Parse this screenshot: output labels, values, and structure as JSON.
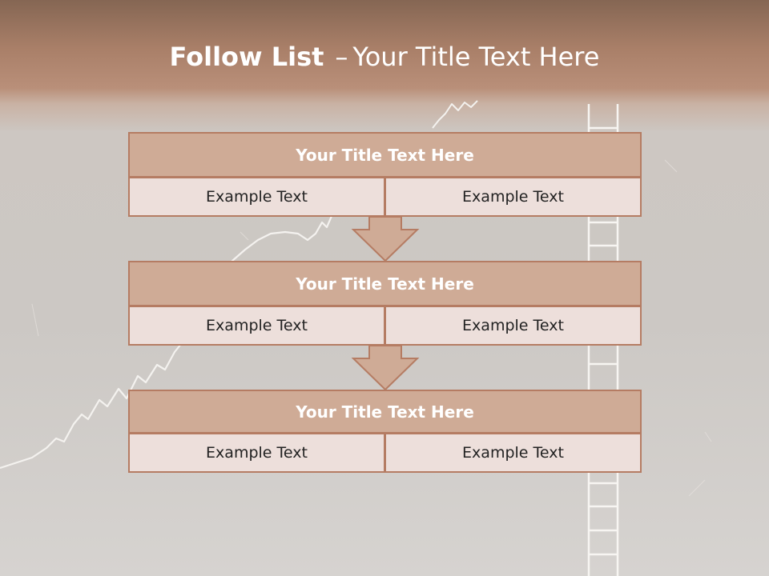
{
  "title": {
    "bold": "Follow List",
    "dash": "–",
    "rest": "Your Title Text Here"
  },
  "blocks": [
    {
      "header": "Your Title Text Here",
      "left": "Example Text",
      "right": "Example Text"
    },
    {
      "header": "Your Title Text Here",
      "left": "Example Text",
      "right": "Example Text"
    },
    {
      "header": "Your Title Text Here",
      "left": "Example Text",
      "right": "Example Text"
    }
  ],
  "colors": {
    "header_fill": "#cfab96",
    "cell_fill": "#eddfdb",
    "border": "#b57c63",
    "title_band": "#a97f68"
  }
}
